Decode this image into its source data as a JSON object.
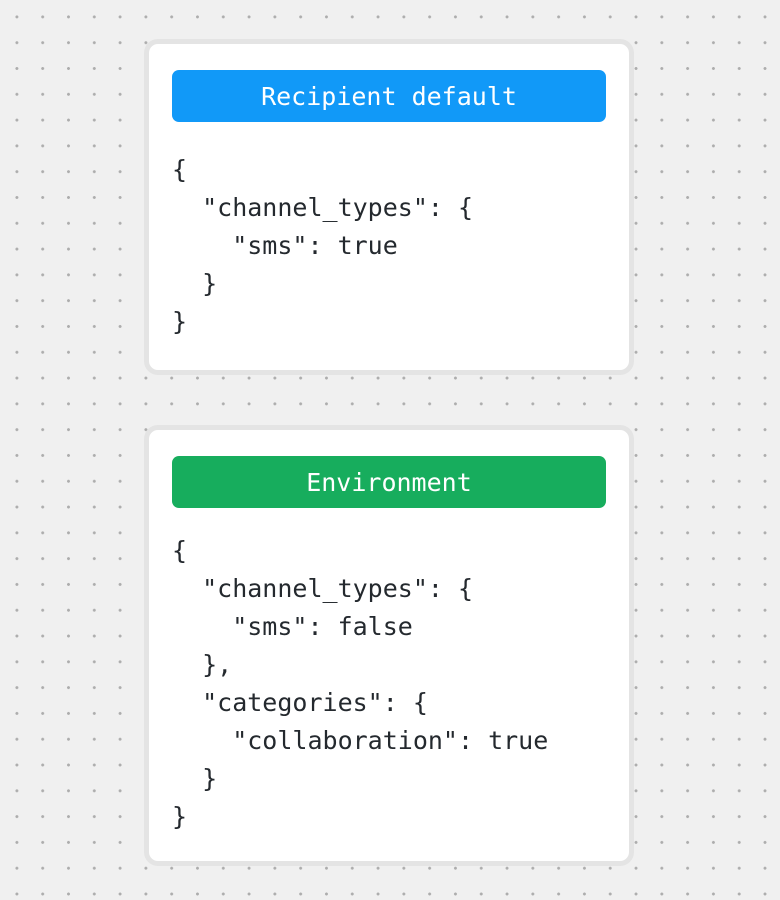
{
  "canvas": {
    "background_color": "#F0F0F0",
    "dot_color": "#ADADAD"
  },
  "cards": [
    {
      "name": "recipient-default",
      "header_label": "Recipient default",
      "header_color": "#1199F8",
      "header_text_color": "#FFFFFF",
      "code": "{\n  \"channel_types\": {\n    \"sms\": true\n  }\n}"
    },
    {
      "name": "environment",
      "header_label": "Environment",
      "header_color": "#17AD5D",
      "header_text_color": "#FFFFFF",
      "code": "{\n  \"channel_types\": {\n    \"sms\": false\n  },\n  \"categories\": {\n    \"collaboration\": true\n  }\n}"
    }
  ]
}
